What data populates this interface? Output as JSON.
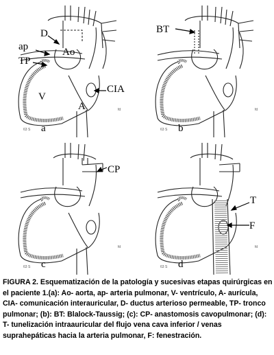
{
  "panels": [
    {
      "letter": "a",
      "labels": {
        "D": "D",
        "ap": "ap",
        "Ao": "Ao",
        "TP": "TP",
        "V": "V",
        "A": "A",
        "CIA": "CIA"
      }
    },
    {
      "letter": "b",
      "labels": {
        "BT": "BT"
      }
    },
    {
      "letter": "c",
      "labels": {
        "CP": "CP"
      }
    },
    {
      "letter": "d",
      "labels": {
        "T": "T",
        "F": "F"
      }
    }
  ],
  "small_marks": {
    "sig": "63 S",
    "h": "fd"
  },
  "caption": "FIGURA 2. Esquematización de la patología y sucesivas etapas quirúrgicas en el paciente 1.(a): Ao- aorta, ap- arteria pulmonar, V- ventrículo, A- aurícula, CIA- comunicación interauricular, D- ductus arterioso permeable, TP- tronco pulmonar; (b): BT: Blalock-Taussig; (c): CP- anastomosis cavopulmonar; (d): T- tunelización intraauricular del flujo vena cava inferior / venas suprahepáticas hacia la arteria pulmonar, F: fenestración."
}
